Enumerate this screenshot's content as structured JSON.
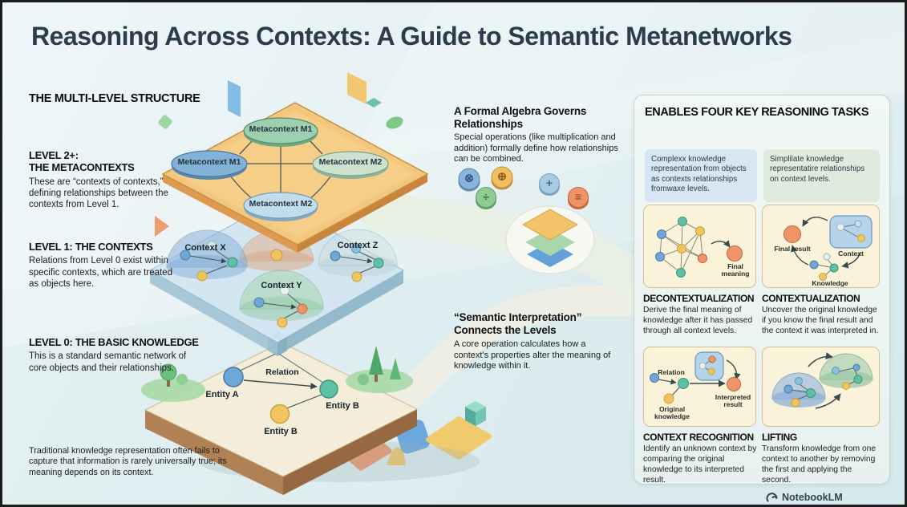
{
  "title": "Reasoning Across Contexts: A Guide to Semantic Metanetworks",
  "left_column": {
    "heading": "THE MULTI-LEVEL STRUCTURE",
    "levels": [
      {
        "title_line1": "LEVEL 2+:",
        "title_line2": "THE METACONTEXTS",
        "body": "These are “contexts of contexts,” defining relationships between the contexts from Level 1."
      },
      {
        "title_line1": "LEVEL 1: THE CONTEXTS",
        "title_line2": "",
        "body": "Relations from Level 0 exist within specific contexts, which are treated as objects here."
      },
      {
        "title_line1": "LEVEL 0: THE BASIC KNOWLEDGE",
        "title_line2": "",
        "body": "This is a standard semantic network of core objects and their relationships."
      }
    ],
    "footnote": "Traditional knowledge representation often fails to capture that information is rarely universally true; its meaning depends on its context."
  },
  "diagram": {
    "metacontext_nodes": [
      {
        "label": "Metacontext M1"
      },
      {
        "label": "Metacontext M1"
      },
      {
        "label": "Metacontext M2"
      },
      {
        "label": "Metacontext M2"
      }
    ],
    "context_domes": [
      {
        "label": "Context X"
      },
      {
        "label": "Context Y"
      },
      {
        "label": "Context Z"
      }
    ],
    "entities": [
      {
        "label": "Entity A"
      },
      {
        "label": "Entity B"
      },
      {
        "label": "Entity B"
      }
    ],
    "relation_label": "Relation"
  },
  "algebra": {
    "heading_line1": "A Formal Algebra Governs",
    "heading_line2": "Relationships",
    "body": "Special operations (like multiplication and addition) formally define how relationships can be combined.",
    "symbols": [
      "⊗",
      "⊕",
      "÷",
      "+",
      "≡"
    ]
  },
  "interpretation": {
    "heading_line1": "“Semantic Interpretation”",
    "heading_line2": "Connects the Levels",
    "body": "A core operation calculates how a context's properties alter the meaning of knowledge within it."
  },
  "tasks_panel": {
    "heading": "ENABLES FOUR KEY REASONING TASKS",
    "summaries": [
      {
        "text": "Complexx knowledge representation from objects as contexts relationships fromwaxe levels."
      },
      {
        "text": "Simplilate knowledge representatire relationships on context levels."
      }
    ],
    "cards": [
      {
        "title": "DECONTEXTUALIZATION",
        "body": "Derive the final meaning of knowledge after it has passed through all context levels.",
        "label_final_meaning": "Final meaning"
      },
      {
        "title": "CONTEXTUALIZATION",
        "body": "Uncover the original knowledge if you know the final result and the context it was interpreted in.",
        "label_final_result": "Final result",
        "label_context": "Context",
        "label_knowledge": "Knowledge"
      },
      {
        "title": "CONTEXT RECOGNITION",
        "body": "Identify an unknown context by comparing the original knowledge to its interpreted result.",
        "label_relation": "Relation",
        "label_original": "Original knowledge",
        "label_interpreted": "Interpreted result"
      },
      {
        "title": "LIFTING",
        "body": "Transform knowledge from one context to another by removing the first and applying the second."
      }
    ]
  },
  "footer": {
    "brand": "NotebookLM"
  },
  "palette": {
    "title": "#2b3c4d",
    "background": "#e6f1f3",
    "metacontext_platform": "#f4c77e",
    "context_platform": "#cfe4f0",
    "knowledge_platform": "#f3edda",
    "knowledge_side": "#b08154",
    "node_blue": "#6fa8d6",
    "node_teal": "#5fc0a8",
    "node_yellow": "#f2c45f",
    "node_orange": "#ef9368",
    "panel_bg": "#edf5f3",
    "card_bg": "#faf3da",
    "summary_blue": "#d7e6f2",
    "summary_green": "#e0ebdf"
  }
}
